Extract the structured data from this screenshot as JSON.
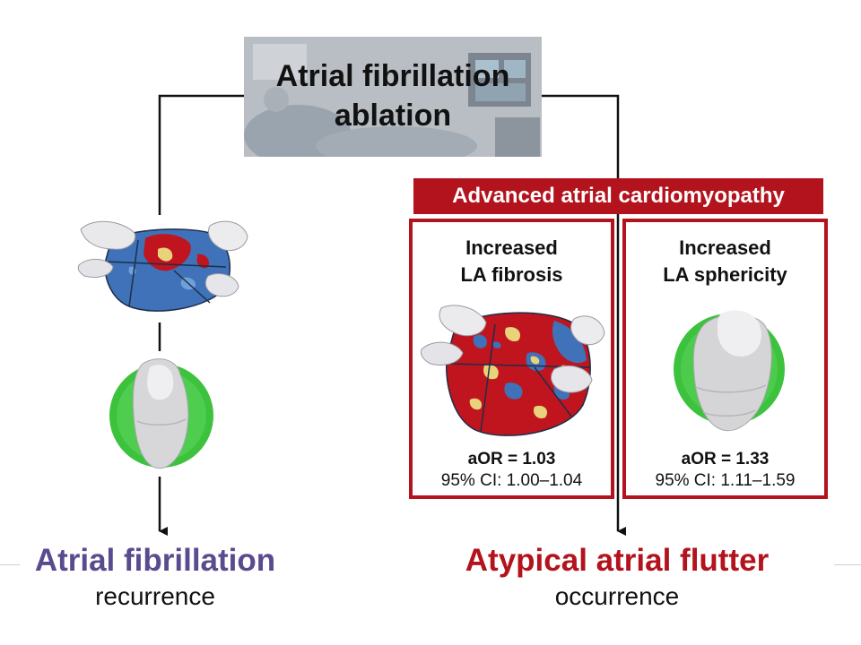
{
  "title": {
    "line1": "Atrial fibrillation",
    "line2": "ablation"
  },
  "banner": {
    "label": "Advanced atrial cardiomyopathy"
  },
  "panels": [
    {
      "heading_line1": "Increased",
      "heading_line2": "LA fibrosis",
      "aor": "aOR = 1.03",
      "ci": "95% CI: 1.00–1.04"
    },
    {
      "heading_line1": "Increased",
      "heading_line2": "LA sphericity",
      "aor": "aOR = 1.33",
      "ci": "95% CI: 1.11–1.59"
    }
  ],
  "outcomes": {
    "left": {
      "title": "Atrial fibrillation",
      "subtitle": "recurrence"
    },
    "right": {
      "title": "Atypical atrial flutter",
      "subtitle": "occurrence"
    }
  },
  "colors": {
    "brand_red": "#b3131c",
    "af_purple": "#5a4a8e",
    "fibrosis_red": "#c0141e",
    "healthy_blue": "#3f72b8",
    "sphere_green": "#3cc23c"
  }
}
